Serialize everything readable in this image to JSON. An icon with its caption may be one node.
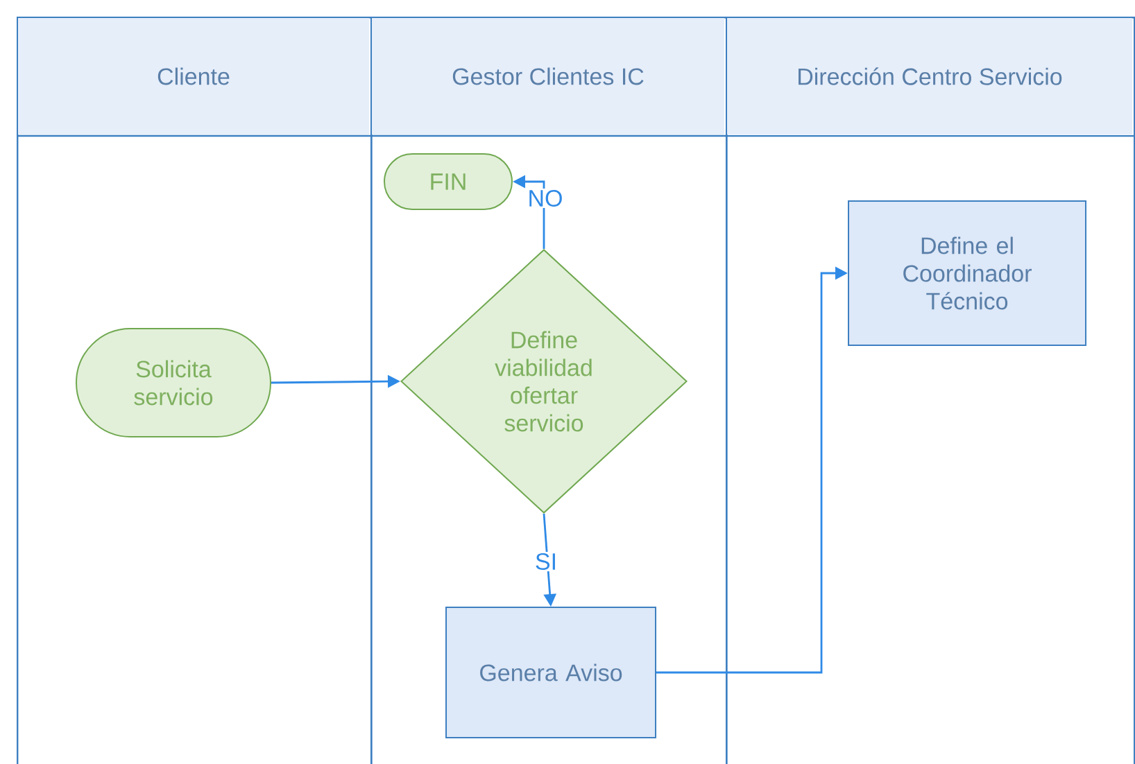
{
  "diagram": {
    "nodes": [
      {
        "text": [
          "Cliente"
        ]
      },
      {
        "text": [
          "Gestor Clientes IC"
        ]
      },
      {
        "text": [
          "Dirección Centro Servicio"
        ]
      },
      {
        "text": [
          "FIN"
        ],
        "in": 1
      },
      {
        "text": [
          "Solicita servicio"
        ],
        "in": 0
      },
      {
        "text": [
          "Define viabilidad ofertar servicio"
        ],
        "in": 1
      },
      {
        "text": [
          "Genera Aviso"
        ],
        "in": 1
      },
      {
        "text": [
          "Define el Coordinador Técnico"
        ],
        "in": 2
      }
    ],
    "edges": [
      {
        "from": 4,
        "to": 5,
        "arrow": "to"
      },
      {
        "from": 5,
        "to": 3,
        "arrow": "to",
        "label": "NO"
      },
      {
        "from": 5,
        "to": 6,
        "arrow": "to",
        "label": "SI"
      },
      {
        "from": 6,
        "to": 7,
        "arrow": "to"
      }
    ]
  }
}
